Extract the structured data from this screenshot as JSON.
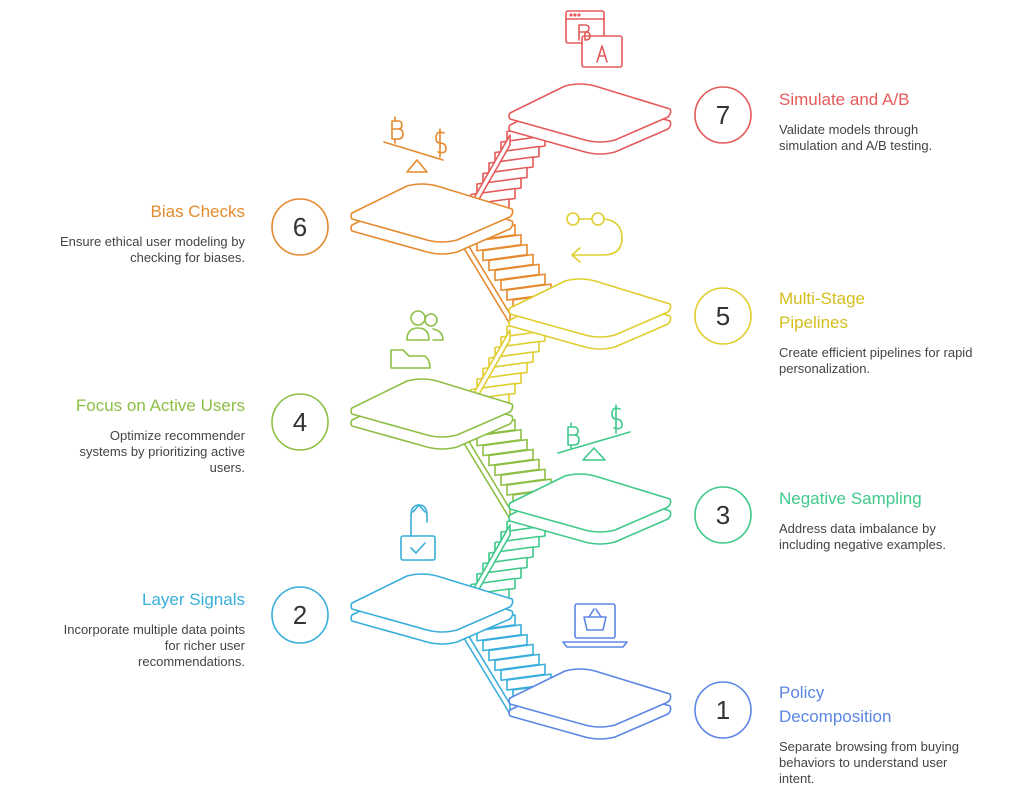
{
  "steps": [
    {
      "number": "1",
      "title": "Policy Decomposition",
      "description": "Separate browsing from buying behaviors to understand user intent.",
      "color": "#5b86e5",
      "icon": "laptop-basket-icon"
    },
    {
      "number": "2",
      "title": "Layer Signals",
      "description": "Incorporate multiple data points for richer user recommendations.",
      "color": "#39aedb",
      "icon": "unlock-check-icon"
    },
    {
      "number": "3",
      "title": "Negative Sampling",
      "description": "Address data imbalance by including negative examples.",
      "color": "#40c98a",
      "icon": "scale-currency-icon"
    },
    {
      "number": "4",
      "title": "Focus on Active Users",
      "description": "Optimize recommender systems by prioritizing active users.",
      "color": "#8dbf45",
      "icon": "users-pedestal-icon"
    },
    {
      "number": "5",
      "title": "Multi-Stage Pipelines",
      "description": "Create efficient pipelines for rapid personalization.",
      "color": "#e0cd2e",
      "icon": "pipeline-flow-icon"
    },
    {
      "number": "6",
      "title": "Bias Checks",
      "description": "Ensure ethical user modeling by checking for biases.",
      "color": "#e58a2e",
      "icon": "scale-currency-icon"
    },
    {
      "number": "7",
      "title": "Simulate and A/B",
      "description": "Validate models through simulation and A/B testing.",
      "color": "#e45a5a",
      "icon": "ab-test-window-icon"
    }
  ]
}
